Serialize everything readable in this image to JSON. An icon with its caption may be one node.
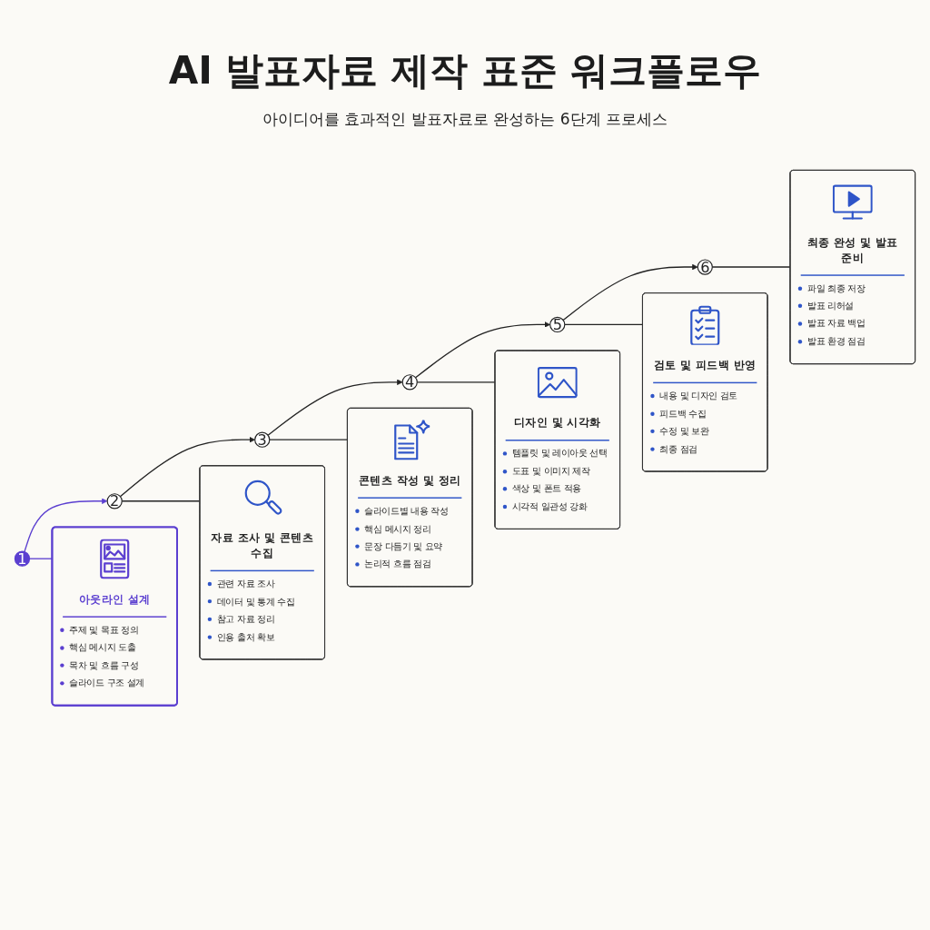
{
  "diagram": {
    "title": "AI 발표자료 제작 표준 워크플로우",
    "nodes": [
      {
        "text": [
          "1"
        ]
      },
      {
        "text": [
          "2"
        ]
      },
      {
        "text": [
          "3"
        ]
      },
      {
        "text": [
          "4"
        ]
      },
      {
        "text": [
          "5"
        ]
      },
      {
        "text": [
          "6"
        ]
      },
      {
        "text": [
          "아웃라인 설계",
          "주제 및 목표 정의",
          "핵심 메시지 도출",
          "목차 및 흐름 구성",
          "슬라이드 구조 설계"
        ]
      },
      {
        "text": [
          "자료 조사 및 콘텐츠 수집",
          "관련 자료 조사",
          "데이터 및 통계 수집",
          "참고 자료 정리",
          "인용 출처 확보"
        ]
      },
      {
        "text": [
          "콘텐츠 작성 및 정리",
          "슬라이드별 내용 작성",
          "핵심 메시지 정리",
          "문장 다듬기 및 요약",
          "논리적 흐름 점검"
        ]
      },
      {
        "text": [
          "디자인 및 시각화",
          "템플릿 및 레이아웃 선택",
          "도표 및 이미지 제작",
          "색상 및 폰트 적용",
          "시각적 일관성 강화"
        ]
      },
      {
        "text": [
          "검토 및 피드백 반영",
          "내용 및 디자인 검토",
          "피드백 수집",
          "수정 및 보완",
          "최종 점검"
        ]
      },
      {
        "text": [
          "최종 완성 및 발표 준비",
          "파일 최종 저장",
          "발표 리허설",
          "발표 자료 백업",
          "발표 환경 점검"
        ]
      }
    ],
    "edges": [
      {
        "from": 0,
        "to": 1,
        "arrow": "to",
        "color": "#5b3fd0"
      },
      {
        "from": 1,
        "to": 2,
        "arrow": "to"
      },
      {
        "from": 2,
        "to": 3,
        "arrow": "to"
      },
      {
        "from": 3,
        "to": 4,
        "arrow": "to"
      },
      {
        "from": 4,
        "to": 5,
        "arrow": "to"
      },
      {
        "from": 0,
        "to": 6,
        "arrow": "none",
        "color": "#5b3fd0"
      },
      {
        "from": 1,
        "to": 7,
        "arrow": "none"
      },
      {
        "from": 2,
        "to": 8,
        "arrow": "none"
      },
      {
        "from": 3,
        "to": 9,
        "arrow": "none"
      },
      {
        "from": 4,
        "to": 10,
        "arrow": "none"
      },
      {
        "from": 5,
        "to": 11,
        "arrow": "none"
      }
    ],
    "labels": [
      "아이디어를 효과적인 발표자료로 완성하는 6단계 프로세스"
    ]
  }
}
